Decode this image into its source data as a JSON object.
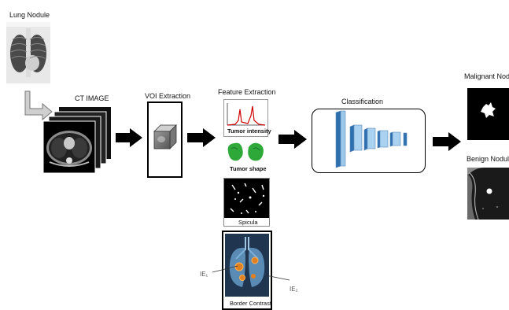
{
  "labels": {
    "lung_nodule": "Lung Nodule",
    "ct_image": "CT IMAGE",
    "voi_extraction": "VOI Extraction",
    "feature_extraction": "Feature Extraction",
    "tumor_intensity": "Tumor intensity",
    "tumor_shape": "Tumor shape",
    "spicula": "Spicula",
    "border_contrast": "Border Contrast",
    "ie1": "IE₁",
    "ie2": "IE₂",
    "classification": "Classification",
    "malignant": "Malignant Nodu",
    "benign": "Benign Nodule"
  }
}
